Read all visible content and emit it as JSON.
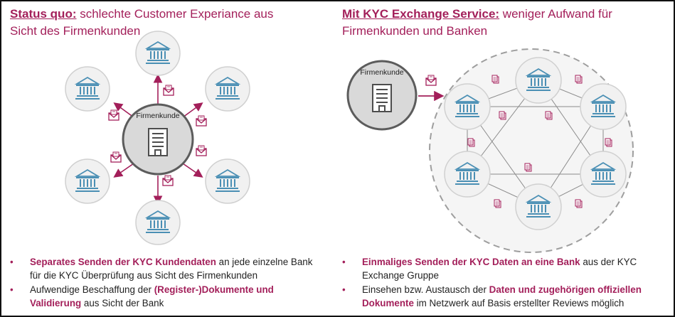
{
  "left": {
    "title_lead": "Status quo:",
    "title_rest": " schlechte Customer Experiance aus Sicht des Firmenkunden",
    "center_label": "Firmenkunde",
    "bullets": [
      {
        "hl": "Separates Senden der KYC Kundendaten",
        "t1": " an jede einzelne Bank für die KYC Überprüfung aus Sicht des Firmenkunden",
        "hl2": "",
        "t2": ""
      },
      {
        "hl": "",
        "t1": "Aufwendige Beschaffung der ",
        "hl2": "(Register-)Dokumente und Validierung",
        "t2": " aus Sicht der Bank"
      }
    ]
  },
  "right": {
    "title_lead": "Mit KYC Exchange Service:",
    "title_rest": " weniger Aufwand für Firmenkunden und Banken",
    "company_label": "Firmenkunde",
    "bullets": [
      {
        "hl": "Einmaliges Senden der KYC Daten an eine Bank",
        "t1": " aus der KYC Exchange Gruppe",
        "hl2": "",
        "t2": ""
      },
      {
        "hl": "",
        "t1": "Einsehen bzw. Austausch der ",
        "hl2": "Daten und zugehörigen offiziellen Dokumente",
        "t2": " im Netzwerk auf Basis erstellter Reviews möglich"
      }
    ]
  },
  "colors": {
    "accent": "#a31f5a",
    "bank_blue": "#4a8fb4",
    "circle_fill": "#f1f1f1",
    "circle_stroke": "#d0d0d0",
    "hub_fill": "#d9d9d9",
    "hub_stroke": "#5c5c5c"
  },
  "icons": [
    "bank-icon",
    "building-icon",
    "envelope-icon",
    "document-icon",
    "arrow-icon"
  ]
}
